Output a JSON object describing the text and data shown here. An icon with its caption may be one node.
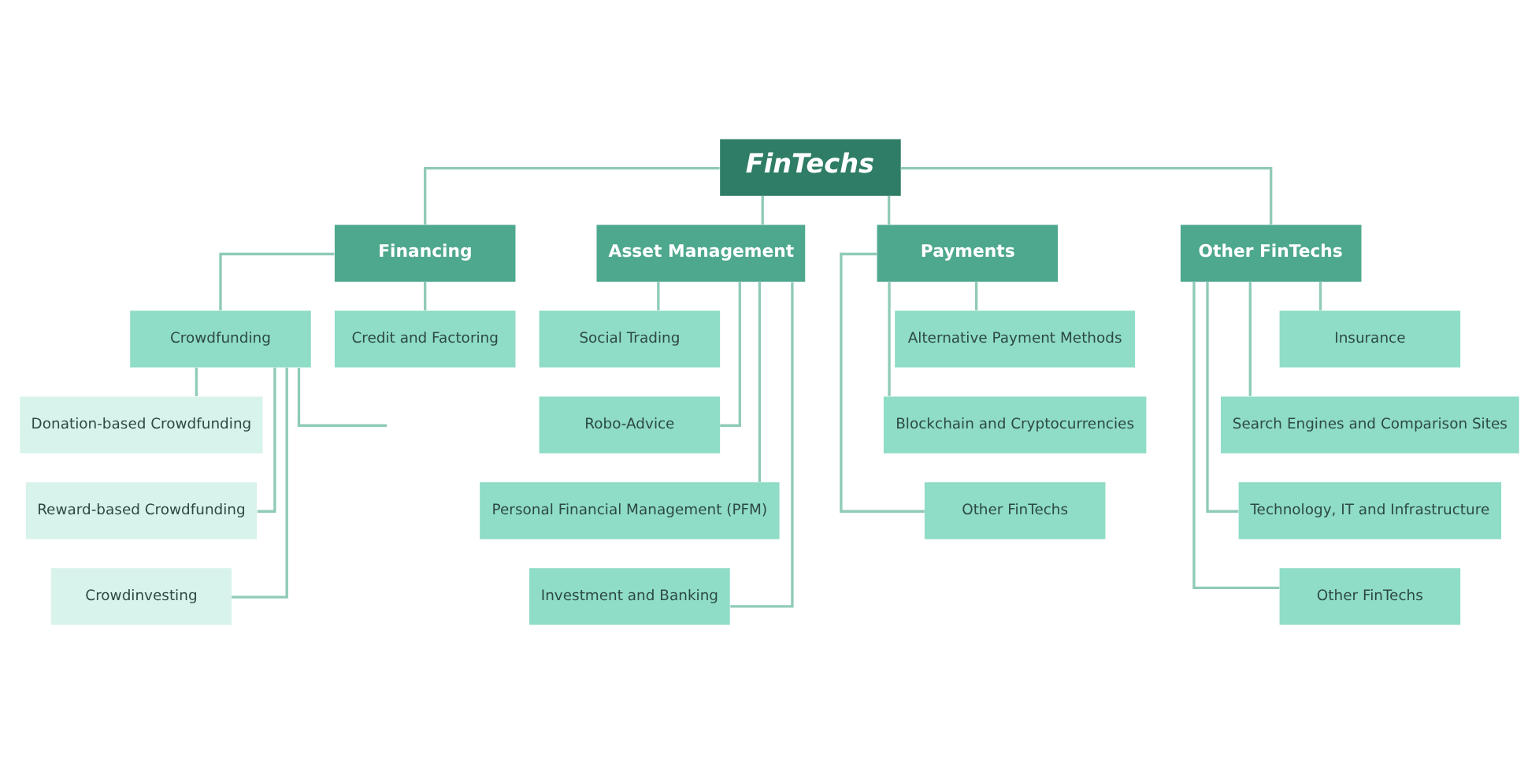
{
  "diagram": {
    "nodes": [
      {
        "text": [
          "FinTechs"
        ]
      },
      {
        "text": [
          "Financing"
        ]
      },
      {
        "text": [
          "Asset Management"
        ]
      },
      {
        "text": [
          "Payments"
        ]
      },
      {
        "text": [
          "Other FinTechs"
        ]
      },
      {
        "text": [
          "Crowdfunding"
        ]
      },
      {
        "text": [
          "Credit and Factoring"
        ]
      },
      {
        "text": [
          "Donation-based Crowdfunding"
        ]
      },
      {
        "text": [
          "Reward-based Crowdfunding"
        ]
      },
      {
        "text": [
          "Crowdinvesting"
        ]
      },
      {
        "text": [
          "Social Trading"
        ]
      },
      {
        "text": [
          "Robo-Advice"
        ]
      },
      {
        "text": [
          "Personal Financial Management (PFM)"
        ]
      },
      {
        "text": [
          "Investment and Banking"
        ]
      },
      {
        "text": [
          "Alternative Payment Methods"
        ]
      },
      {
        "text": [
          "Blockchain and Cryptocurrencies"
        ]
      },
      {
        "text": [
          "Other FinTechs"
        ]
      },
      {
        "text": [
          "Insurance"
        ]
      },
      {
        "text": [
          "Search Engines and Comparison Sites"
        ]
      },
      {
        "text": [
          "Technology, IT and Infrastructure"
        ]
      },
      {
        "text": [
          "Other FinTechs"
        ]
      }
    ],
    "edges": [
      {
        "from": 0,
        "to": 1,
        "arrow": "none"
      },
      {
        "from": 0,
        "to": 2,
        "arrow": "none"
      },
      {
        "from": 0,
        "to": 3,
        "arrow": "none"
      },
      {
        "from": 0,
        "to": 4,
        "arrow": "none"
      },
      {
        "from": 1,
        "to": 5,
        "arrow": "none"
      },
      {
        "from": 1,
        "to": 6,
        "arrow": "none"
      },
      {
        "from": 5,
        "to": 7,
        "arrow": "none"
      },
      {
        "from": 5,
        "to": 8,
        "arrow": "none"
      },
      {
        "from": 5,
        "to": 9,
        "arrow": "none"
      },
      {
        "from": 5,
        "to": null,
        "arrow": "none"
      },
      {
        "from": 2,
        "to": 10,
        "arrow": "none"
      },
      {
        "from": 2,
        "to": 11,
        "arrow": "none"
      },
      {
        "from": 2,
        "to": 12,
        "arrow": "none"
      },
      {
        "from": 2,
        "to": 13,
        "arrow": "none"
      },
      {
        "from": 3,
        "to": 14,
        "arrow": "none"
      },
      {
        "from": 3,
        "to": 15,
        "arrow": "none"
      },
      {
        "from": 3,
        "to": 16,
        "arrow": "none"
      },
      {
        "from": 4,
        "to": 17,
        "arrow": "none"
      },
      {
        "from": 4,
        "to": 18,
        "arrow": "none"
      },
      {
        "from": 4,
        "to": 19,
        "arrow": "none"
      },
      {
        "from": 4,
        "to": 20,
        "arrow": "none"
      }
    ]
  }
}
